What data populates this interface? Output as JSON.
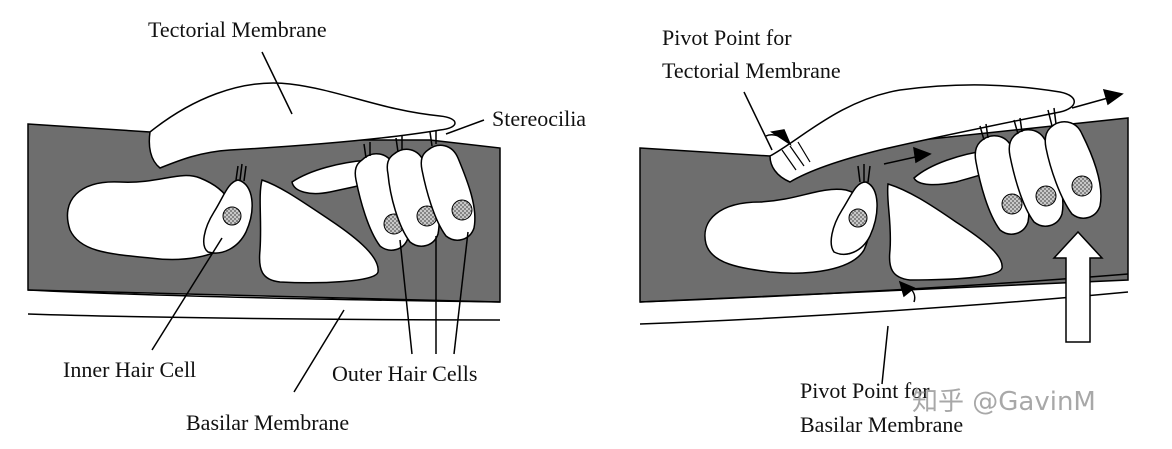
{
  "left_panel": {
    "labels": {
      "tectorial": "Tectorial Membrane",
      "stereocilia": "Stereocilia",
      "inner_hair_cell": "Inner Hair Cell",
      "outer_hair_cells": "Outer Hair Cells",
      "basilar": "Basilar Membrane"
    }
  },
  "right_panel": {
    "labels": {
      "pivot_tectorial_line1": "Pivot Point for",
      "pivot_tectorial_line2": "Tectorial Membrane",
      "pivot_basilar_line1": "Pivot Point for",
      "pivot_basilar_line2": "Basilar Membrane"
    }
  },
  "watermark": "知乎 @GavinM",
  "colors": {
    "tissue": "#6e6e6e",
    "cell_fill": "#ffffff",
    "nucleus": "#b0b0b0",
    "stroke": "#000000"
  }
}
